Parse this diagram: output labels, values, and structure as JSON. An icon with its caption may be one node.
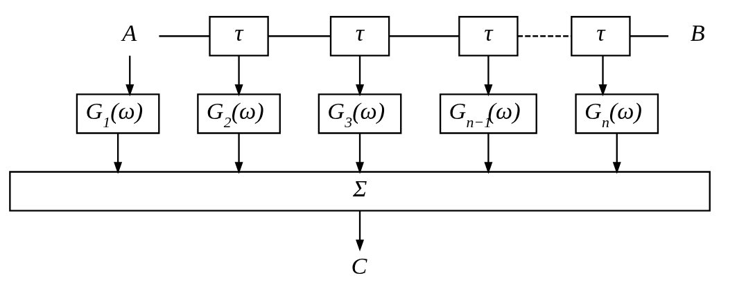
{
  "diagram": {
    "nodes": [
      {
        "text": [
          "A"
        ]
      },
      {
        "text": [
          "τ"
        ]
      },
      {
        "text": [
          "τ"
        ]
      },
      {
        "text": [
          "τ"
        ]
      },
      {
        "text": [
          "τ"
        ]
      },
      {
        "text": [
          "B"
        ]
      },
      {
        "text": [
          "G$_{1}$(ω)"
        ]
      },
      {
        "text": [
          "G$_{2}$(ω)"
        ]
      },
      {
        "text": [
          "G$_{3}$(ω)"
        ]
      },
      {
        "text": [
          "G$_{n−1}$(ω)"
        ]
      },
      {
        "text": [
          "G$_{n}$(ω)"
        ]
      },
      {
        "text": [
          "Σ"
        ]
      },
      {
        "text": [
          "C"
        ]
      }
    ],
    "edges": [
      {
        "from": 0,
        "to": 1,
        "arrow": "none"
      },
      {
        "from": 0,
        "to": 6,
        "arrow": "to"
      },
      {
        "from": 1,
        "to": 2,
        "arrow": "none"
      },
      {
        "from": 1,
        "to": 7,
        "arrow": "to"
      },
      {
        "from": 2,
        "to": 3,
        "arrow": "none"
      },
      {
        "from": 2,
        "to": 8,
        "arrow": "to"
      },
      {
        "from": 3,
        "to": 4,
        "arrow": "none",
        "style": "dashed"
      },
      {
        "from": 3,
        "to": 9,
        "arrow": "to"
      },
      {
        "from": 4,
        "to": 5,
        "arrow": "none"
      },
      {
        "from": 4,
        "to": 10,
        "arrow": "to"
      },
      {
        "from": 6,
        "to": 11,
        "arrow": "to"
      },
      {
        "from": 7,
        "to": 11,
        "arrow": "to"
      },
      {
        "from": 8,
        "to": 11,
        "arrow": "to"
      },
      {
        "from": 9,
        "to": 11,
        "arrow": "to"
      },
      {
        "from": 10,
        "to": 11,
        "arrow": "to"
      },
      {
        "from": 11,
        "to": 12,
        "arrow": "to"
      }
    ]
  }
}
